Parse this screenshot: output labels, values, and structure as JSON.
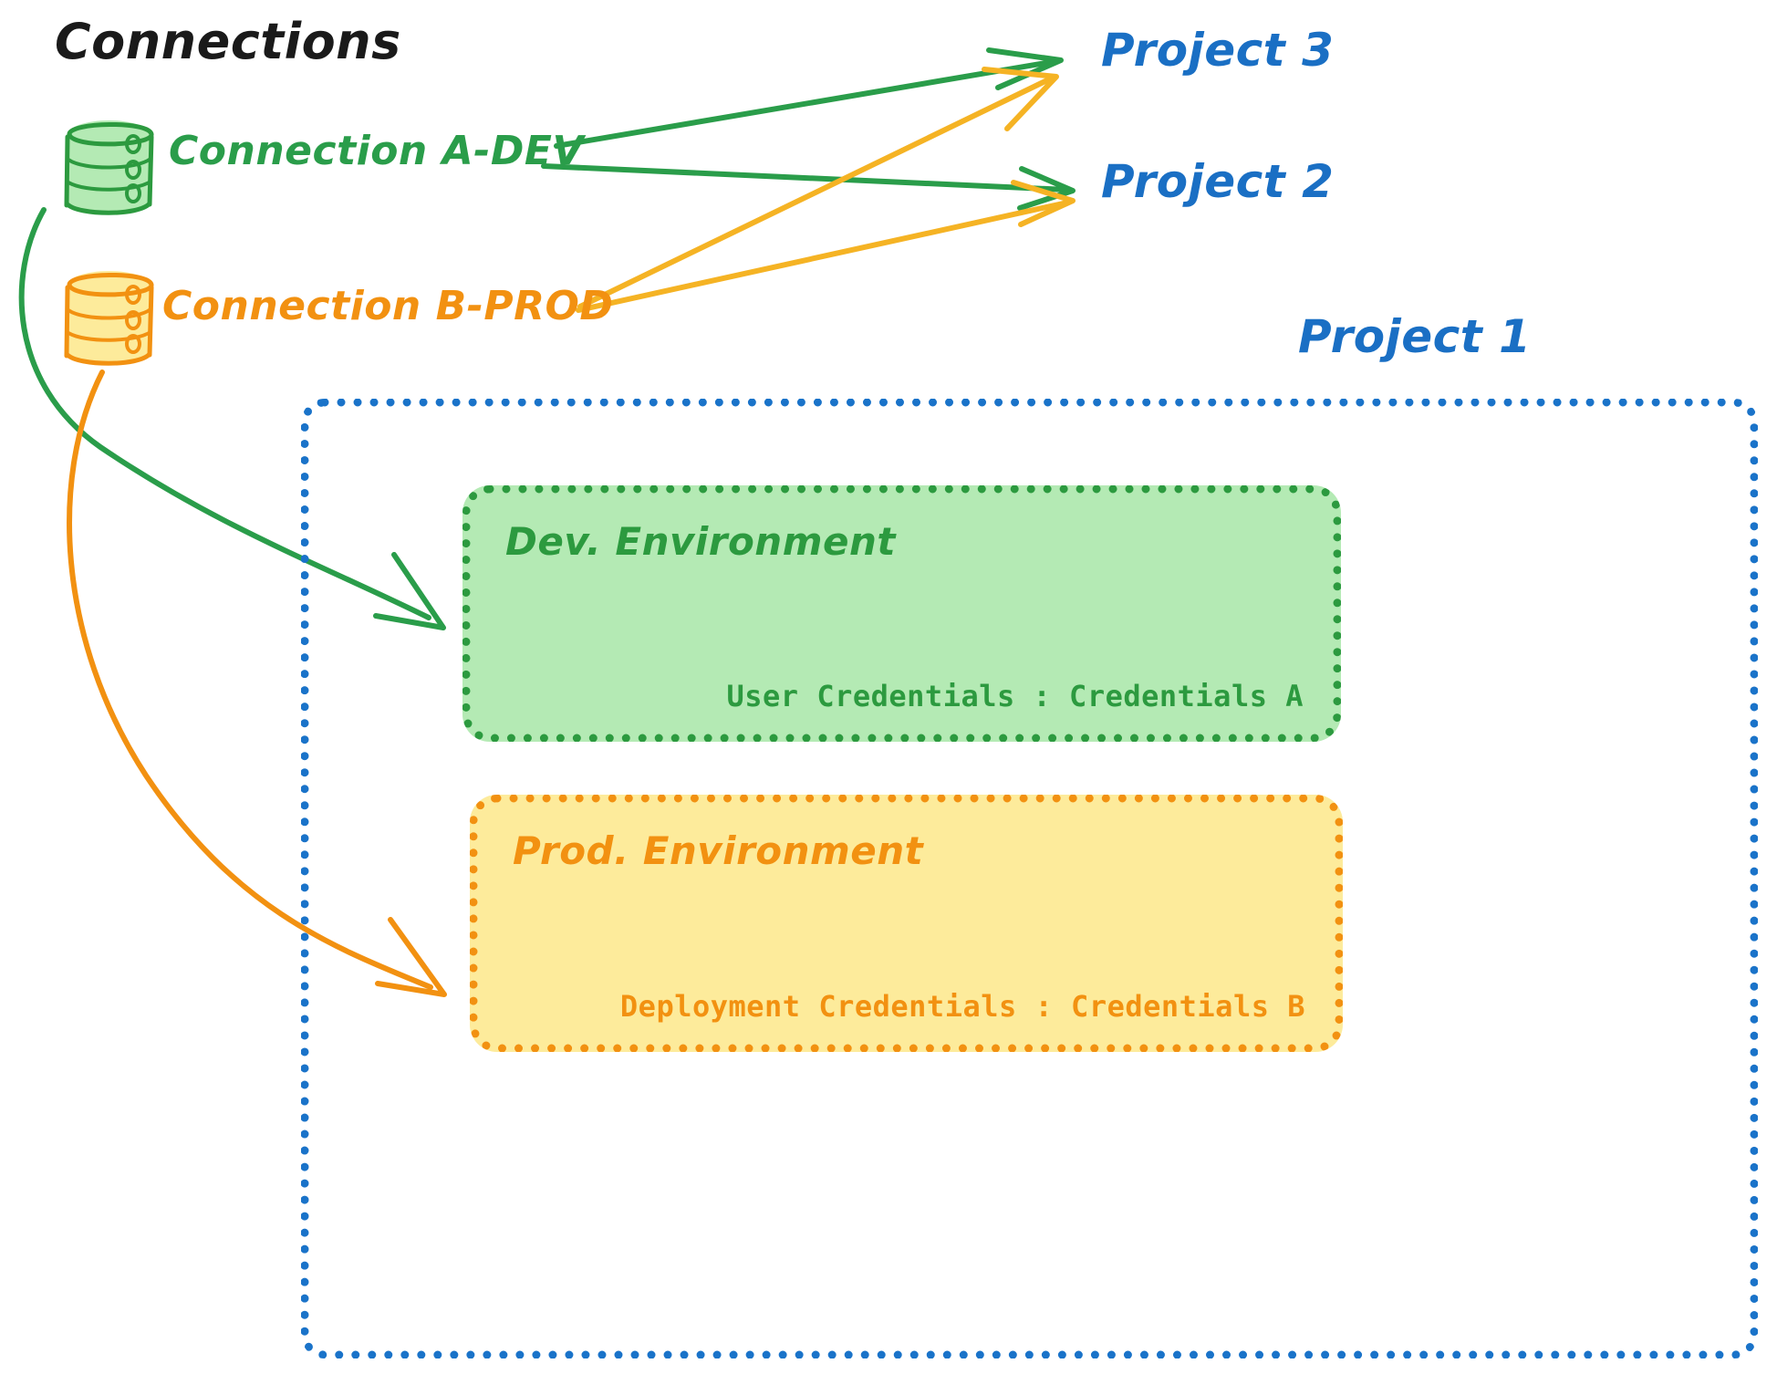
{
  "diagram": {
    "title": "Connections",
    "title_color": "#1a1a1a",
    "background": "#ffffff"
  },
  "connections": [
    {
      "id": "connection-a-dev",
      "label": "Connection A-DEV",
      "color": "#2a9d4a",
      "fill": "#b4eab4",
      "icon": "database-cylinder-icon"
    },
    {
      "id": "connection-b-prod",
      "label": "Connection B-PROD",
      "color": "#f29111",
      "fill": "#fdeb9b",
      "icon": "database-cylinder-icon"
    }
  ],
  "projects": [
    {
      "id": "project-3",
      "label": "Project 3",
      "color": "#1a6fc4"
    },
    {
      "id": "project-2",
      "label": "Project 2",
      "color": "#1a6fc4"
    },
    {
      "id": "project-1",
      "label": "Project 1",
      "color": "#1a6fc4"
    }
  ],
  "project1_container": {
    "border_color": "#1a73c9",
    "border_style": "dotted"
  },
  "environments": [
    {
      "id": "dev-environment",
      "title": "Dev. Environment",
      "credentials_label": "User Credentials",
      "credentials_separator": ":",
      "credentials_value": "Credentials A",
      "credentials_line": "User Credentials : Credentials A",
      "border_color": "#2c9a3f",
      "fill_color": "#b4eab4",
      "text_color": "#2c9a3f"
    },
    {
      "id": "prod-environment",
      "title": "Prod. Environment",
      "credentials_label": "Deployment Credentials",
      "credentials_separator": ":",
      "credentials_value": "Credentials B",
      "credentials_line": "Deployment Credentials : Credentials B",
      "border_color": "#f29111",
      "fill_color": "#fdeb9b",
      "text_color": "#f29111"
    }
  ],
  "edges": [
    {
      "id": "edge-a-dev-to-project-3",
      "from": "connection-a-dev",
      "to": "project-3",
      "color": "#2a9d4a"
    },
    {
      "id": "edge-a-dev-to-project-2",
      "from": "connection-a-dev",
      "to": "project-2",
      "color": "#2a9d4a"
    },
    {
      "id": "edge-a-dev-to-dev-environment",
      "from": "connection-a-dev",
      "to": "dev-environment",
      "color": "#2a9d4a"
    },
    {
      "id": "edge-b-prod-to-project-3",
      "from": "connection-b-prod",
      "to": "project-3",
      "color": "#f5b324"
    },
    {
      "id": "edge-b-prod-to-project-2",
      "from": "connection-b-prod",
      "to": "project-2",
      "color": "#f5b324"
    },
    {
      "id": "edge-b-prod-to-prod-environment",
      "from": "connection-b-prod",
      "to": "prod-environment",
      "color": "#f29111"
    }
  ]
}
